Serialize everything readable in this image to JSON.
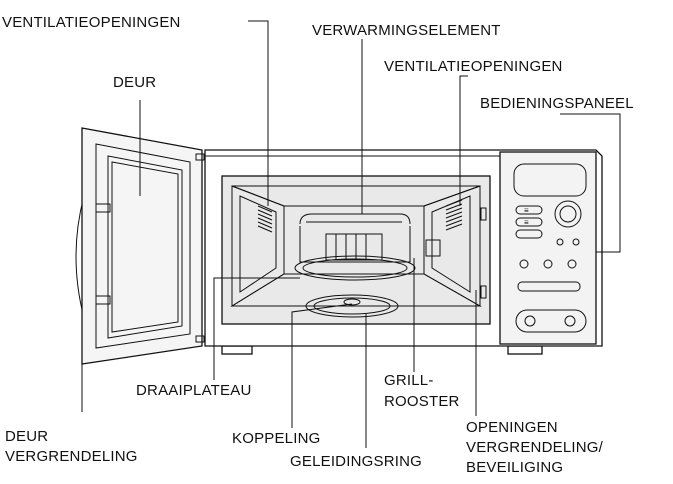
{
  "labels": {
    "vent_left": "VENTILATIEOPENINGEN",
    "heating_element": "VERWARMINGSELEMENT",
    "vent_right": "VENTILATIEOPENINGEN",
    "door": "DEUR",
    "control_panel": "BEDIENINGSPANEEL",
    "turntable": "DRAAIPLATEAU",
    "grill_line1": "GRILL-",
    "grill_line2": "ROOSTER",
    "door_lock_line1": "DEUR",
    "door_lock_line2": "VERGRENDELING",
    "coupling": "KOPPELING",
    "openings_line1": "OPENINGEN",
    "openings_line2": "VERGRENDELING/",
    "openings_line3": "BEVEILIGING",
    "guide_ring": "GELEIDINGSRING"
  },
  "panel": {
    "button_1": "≡",
    "button_2": "≡"
  }
}
